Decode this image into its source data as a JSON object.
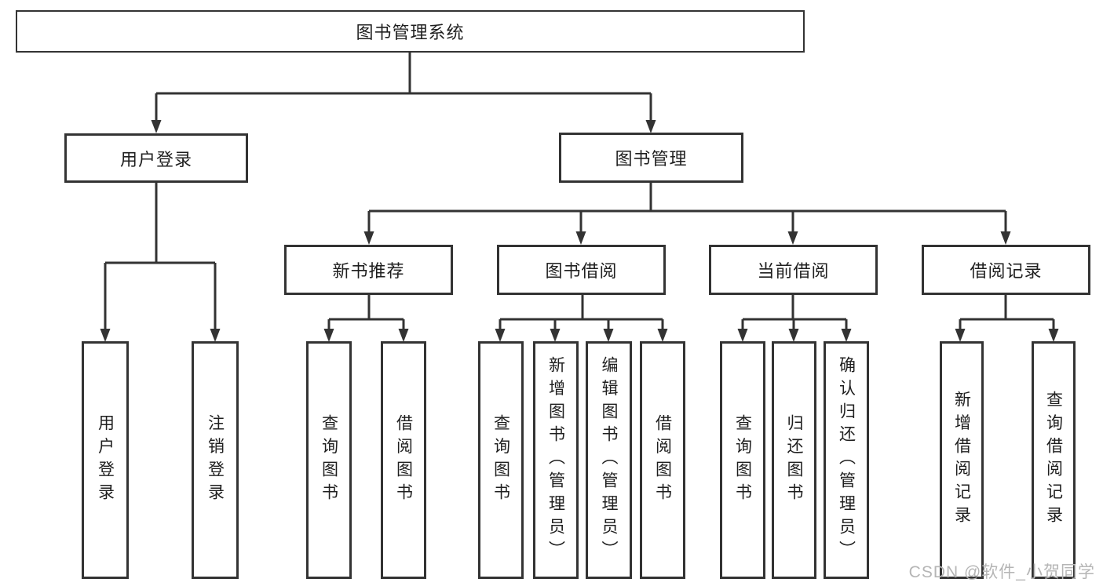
{
  "colors": {
    "line": "#333333",
    "box_border": "#333333",
    "text": "#1f1f1f",
    "background": "#ffffff",
    "watermark": "#b5b5b5"
  },
  "watermark": {
    "text": "CSDN @软件_小贺同学"
  },
  "tree": {
    "root": "图书管理系统",
    "children": [
      {
        "label": "用户登录",
        "children": [
          {
            "label": "用户登录"
          },
          {
            "label": "注销登录"
          }
        ]
      },
      {
        "label": "图书管理",
        "children": [
          {
            "label": "新书推荐",
            "children": [
              {
                "label": "查询图书"
              },
              {
                "label": "借阅图书"
              }
            ]
          },
          {
            "label": "图书借阅",
            "children": [
              {
                "label": "查询图书"
              },
              {
                "label": "新增图书（管理员）"
              },
              {
                "label": "编辑图书（管理员）"
              },
              {
                "label": "借阅图书"
              }
            ]
          },
          {
            "label": "当前借阅",
            "children": [
              {
                "label": "查询图书"
              },
              {
                "label": "归还图书"
              },
              {
                "label": "确认归还（管理员）"
              }
            ]
          },
          {
            "label": "借阅记录",
            "children": [
              {
                "label": "新增借阅记录"
              },
              {
                "label": "查询借阅记录"
              }
            ]
          }
        ]
      }
    ]
  }
}
